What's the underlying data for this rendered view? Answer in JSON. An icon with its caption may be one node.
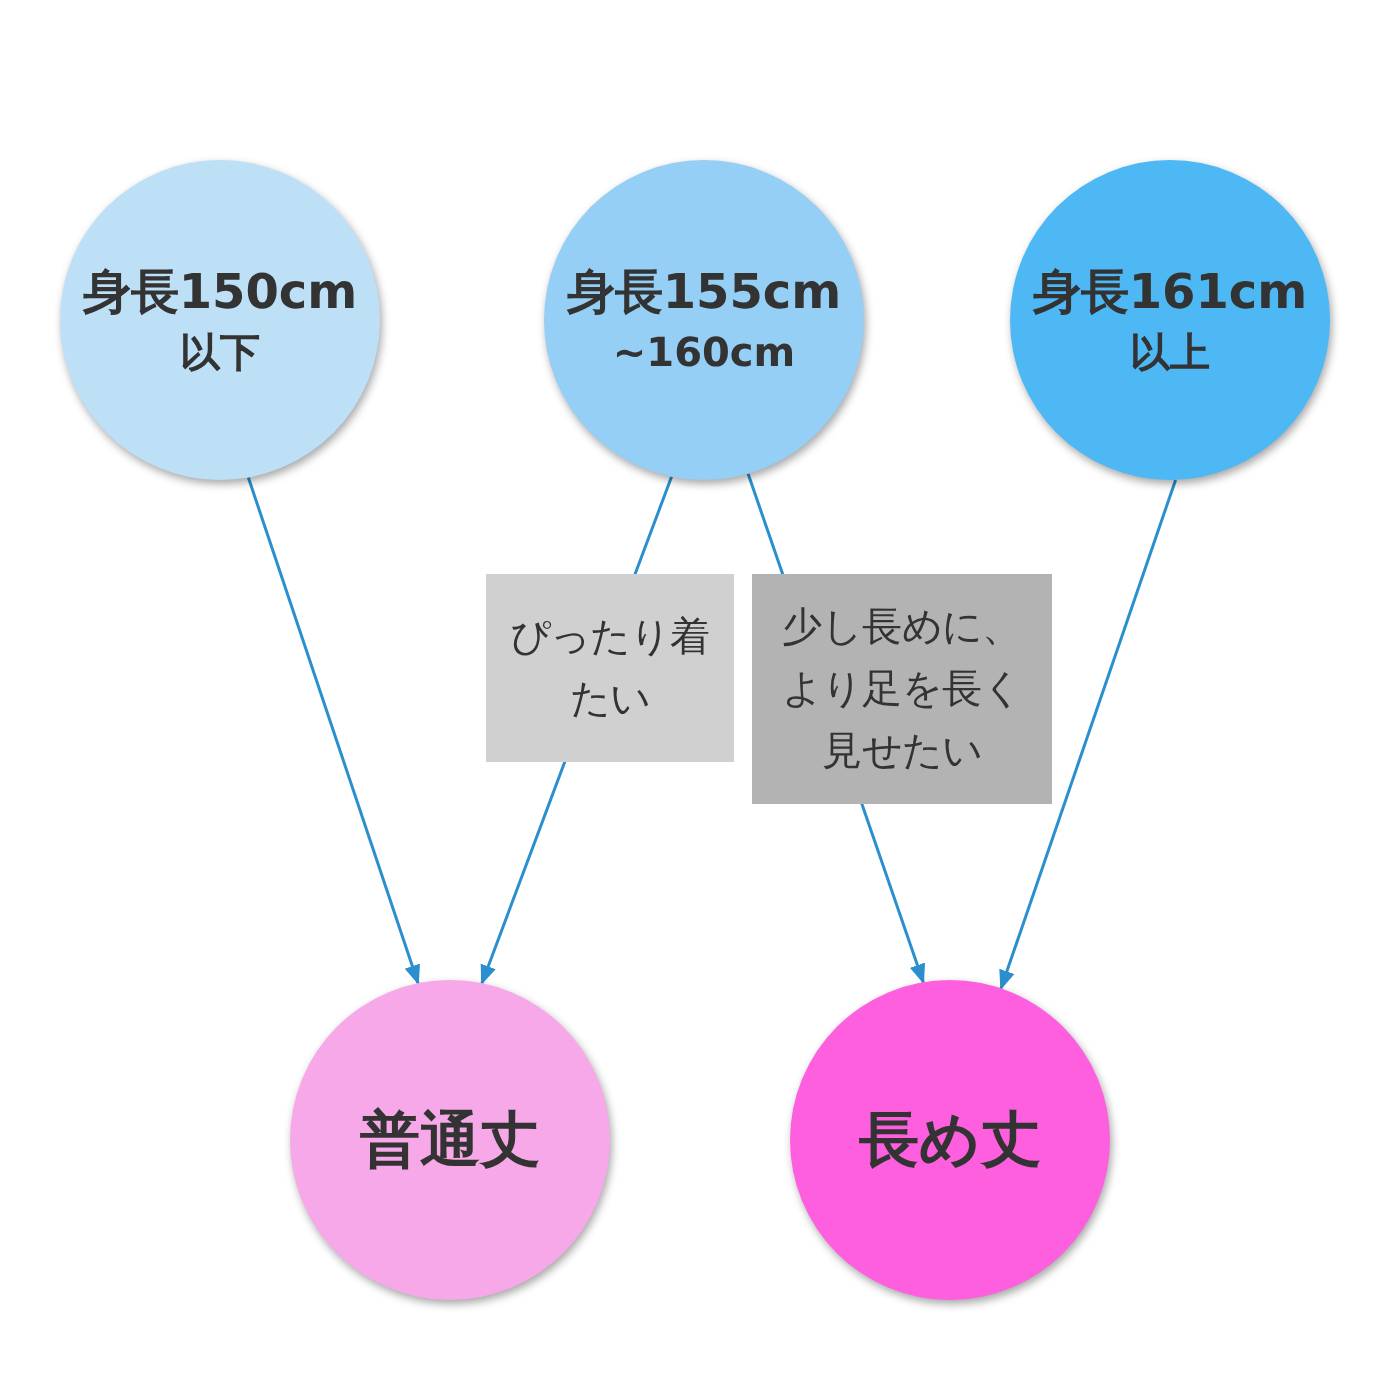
{
  "diagram": {
    "nodes": [
      {
        "text": [
          "身長150cm",
          "以下"
        ]
      },
      {
        "text": [
          "身長155cm",
          "~160cm"
        ]
      },
      {
        "text": [
          "身長161cm",
          "以上"
        ]
      },
      {
        "text": [
          "普通丈"
        ]
      },
      {
        "text": [
          "長め丈"
        ]
      }
    ],
    "edges": [
      {
        "from": 0,
        "to": 3,
        "arrow": "to"
      },
      {
        "from": 1,
        "to": 3,
        "arrow": "to",
        "label": "ぴったり着たい"
      },
      {
        "from": 1,
        "to": 4,
        "arrow": "to",
        "label": "少し長めに、より足を長く見せたい"
      },
      {
        "from": 2,
        "to": 4,
        "arrow": "to"
      }
    ]
  }
}
